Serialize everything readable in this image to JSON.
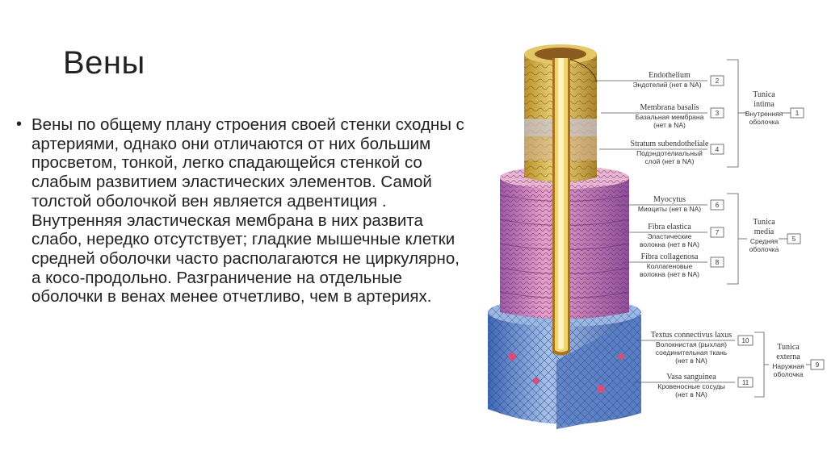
{
  "slide": {
    "title": "Вены",
    "paragraph": "Вены по общему плану строения своей стенки сходны с артериями, однако они отличаются от них большим просветом, тонкой, легко спадающейся стенкой со слабым развитием эластических элементов. Самой толстой оболочкой вен является адвентиция . Внутренняя эластическая мембрана в них развита слабо, нередко отсутствует; гладкие мышечные клетки средней оболочки часто располагаются не циркулярно, а косо-продольно. Разграничение на отдельные оболочки в венах менее отчетливо, чем в артериях."
  },
  "figure": {
    "labels": [
      {
        "latin": "Endothelium",
        "ru1": "Эндотелий (нет в NA)",
        "ru2": "",
        "num": "2"
      },
      {
        "latin": "Membrana basalis",
        "ru1": "Базальная мембрана",
        "ru2": "(нет в NA)",
        "num": "3"
      },
      {
        "latin": "Stratum subendotheliale",
        "ru1": "Подэндотелиальный",
        "ru2": "слой (нет в NA)",
        "num": "4"
      },
      {
        "latin": "Myocytus",
        "ru1": "Миоциты (нет в NA)",
        "ru2": "",
        "num": "6"
      },
      {
        "latin": "Fibra elastica",
        "ru1": "Эластические",
        "ru2": "волокна (нет в NA)",
        "num": "7"
      },
      {
        "latin": "Fibra collagenosa",
        "ru1": "Коллагеновые",
        "ru2": "волокна (нет в NA)",
        "num": "8"
      },
      {
        "latin": "Textus connectivus laxus",
        "ru1": "Волокнистая (рыхлая)",
        "ru2": "соединительная ткань",
        "ru3": "(нет в NA)",
        "num": "10"
      },
      {
        "latin": "Vasa sanguinea",
        "ru1": "Кровеносные сосуды",
        "ru2": "(нет в NA)",
        "num": "11"
      }
    ],
    "groups": [
      {
        "latin1": "Tunica",
        "latin2": "intima",
        "ru1": "Внутренняя",
        "ru2": "оболочка",
        "num": "1"
      },
      {
        "latin1": "Tunica",
        "latin2": "media",
        "ru1": "Средняя",
        "ru2": "оболочка",
        "num": "5"
      },
      {
        "latin1": "Tunica",
        "latin2": "externa",
        "ru1": "Наружная",
        "ru2": "оболочка",
        "num": "9"
      }
    ],
    "colors": {
      "intima": "#d9b54a",
      "media": "#d98ab4",
      "externa": "#6f95d0",
      "lumen": "#8a5a1e"
    }
  }
}
